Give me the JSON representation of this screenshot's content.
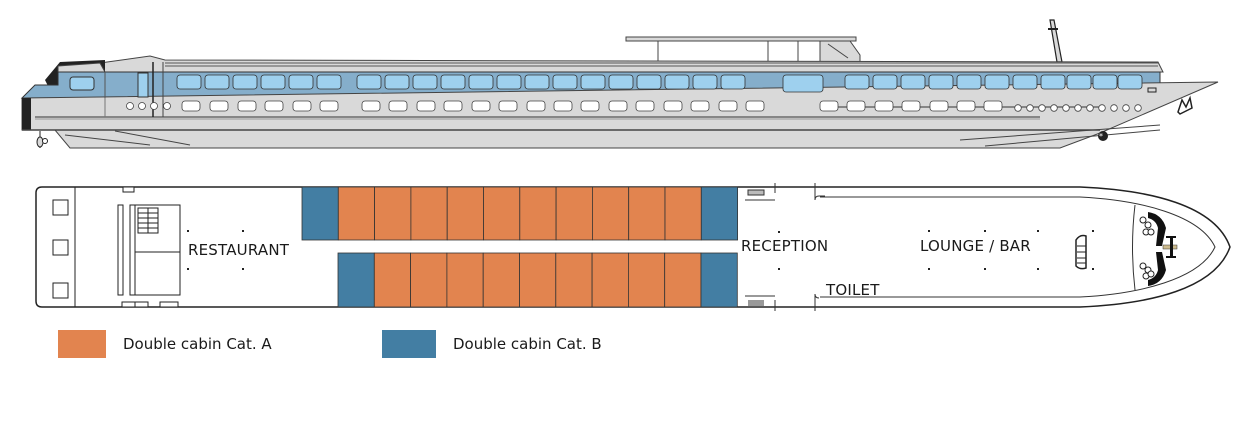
{
  "colors": {
    "cat_a": "#e2844f",
    "cat_b": "#437ea3",
    "hull": "#d9d9d9",
    "superstructure_blue": "#85aecb",
    "window_blue": "#9ed0ee",
    "outline": "#333333"
  },
  "rooms": {
    "restaurant": "RESTAURANT",
    "reception": "RECEPTION",
    "lounge_bar": "LOUNGE / BAR",
    "toilet": "TOILET"
  },
  "cabins": {
    "port_row": [
      "B",
      "A",
      "A",
      "A",
      "A",
      "A",
      "A",
      "A",
      "A",
      "A",
      "A",
      "B"
    ],
    "starboard_row": [
      "B",
      "A",
      "A",
      "A",
      "A",
      "A",
      "A",
      "A",
      "A",
      "A",
      "B"
    ]
  },
  "legend": [
    {
      "category": "A",
      "label": "Double cabin Cat. A"
    },
    {
      "category": "B",
      "label": "Double cabin Cat. B"
    }
  ]
}
